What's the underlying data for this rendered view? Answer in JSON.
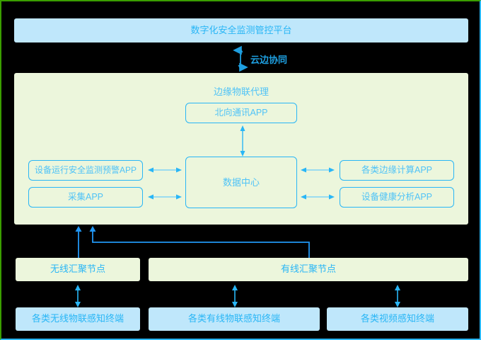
{
  "diagram": {
    "title_platform": "数字化安全监测管控平台",
    "cloud_edge_label": "云边协同",
    "edge_panel": {
      "title": "边缘物联代理",
      "north_app": "北向通讯APP",
      "data_center": "数据中心",
      "left_apps": [
        "设备运行安全监测预警APP",
        "采集APP"
      ],
      "right_apps": [
        "各类边缘计算APP",
        "设备健康分析APP"
      ]
    },
    "aggregation_nodes": [
      "无线汇聚节点",
      "有线汇聚节点"
    ],
    "terminals": [
      "各类无线物联感知终端",
      "各类有线物联感知终端",
      "各类视频感知终端"
    ],
    "colors": {
      "background": "#000000",
      "blue_fill": "#bfe7fb",
      "green_fill": "#ecf6dc",
      "accent_blue": "#29b6f6",
      "text_blue": "#4fc3f7",
      "label_blue": "#1e9fe0",
      "border_green": "#3a9e00"
    }
  }
}
